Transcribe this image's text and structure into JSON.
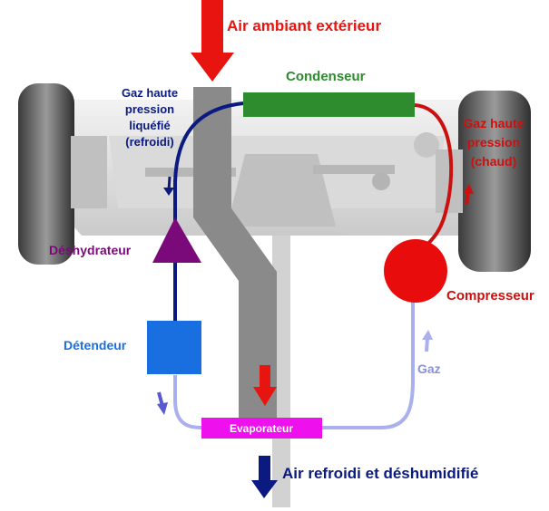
{
  "labels": {
    "air_in": "Air ambiant extérieur",
    "condenseur": "Condenseur",
    "hp_liquide_1": "Gaz haute",
    "hp_liquide_2": "pression",
    "hp_liquide_3": "liquéfié",
    "hp_liquide_4": "(refroidi)",
    "hp_chaud_1": "Gaz haute",
    "hp_chaud_2": "pression",
    "hp_chaud_3": "(chaud)",
    "deshydrateur": "Déshydrateur",
    "compresseur": "Compresseur",
    "detendeur": "Détendeur",
    "gaz": "Gaz",
    "evaporateur": "Evaporateur",
    "air_out": "Air refroidi et déshumidifié"
  },
  "colors": {
    "air_in_arrow": "#e8140f",
    "condenser": "#2e8b2e",
    "hot_line": "#cc1010",
    "cold_hp_line": "#0a1a80",
    "low_pressure_line": "#aab0ee",
    "dryer": "#7a0a7a",
    "expansion_valve": "#1a6fe0",
    "compressor": "#e80c0c",
    "evaporator": "#ee11ee",
    "air_out_arrow": "#0a1a80",
    "duct": "#8a8a8a"
  }
}
